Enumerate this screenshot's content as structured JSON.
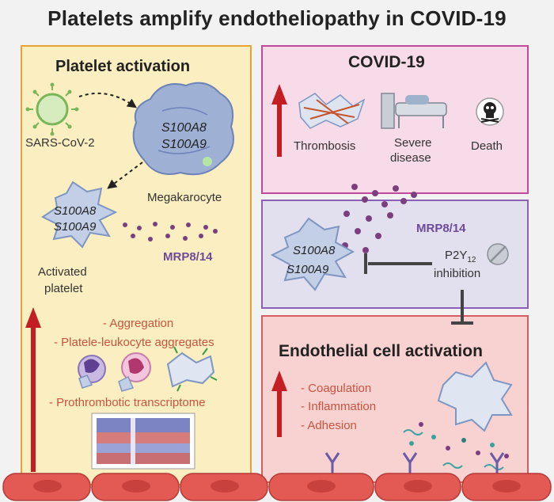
{
  "title": "Platelets amplify endotheliopathy in COVID-19",
  "platelet_panel": {
    "title": "Platelet activation",
    "virus_label": "SARS-CoV-2",
    "mk_gene1": "S100A8",
    "mk_gene2": "S100A9",
    "mk_label": "Megakarocyte",
    "plt_gene1": "S100A8",
    "plt_gene2": "S100A9",
    "mrp_label": "MRP8/14",
    "plt_label1": "Activated",
    "plt_label2": "platelet",
    "effects": [
      "- Aggregation",
      "- Platele-leukocyte aggregates",
      "- Prothrombotic transcriptome"
    ]
  },
  "covid_panel": {
    "title": "COVID-19",
    "outcome1": "Thrombosis",
    "outcome2a": "Severe",
    "outcome2b": "disease",
    "outcome3": "Death"
  },
  "mrp_panel": {
    "mrp_label": "MRP8/14",
    "gene1": "S100A8",
    "gene2": "S100A9",
    "p2y_main": "P2Y",
    "p2y_sub": "12",
    "inhibition": "inhibition"
  },
  "endo_panel": {
    "title": "Endothelial cell activation",
    "effects": [
      "- Coagulation",
      "- Inflammation",
      "- Adhesion"
    ]
  },
  "colors": {
    "platelet_bg": "#fbefc1",
    "platelet_border": "#eba136",
    "covid_bg": "#f8dbe8",
    "covid_border": "#c0499a",
    "mrp_bg": "#e2e0ef",
    "mrp_border": "#8c60b7",
    "endo_bg": "#f8d2d1",
    "endo_border": "#d55f60",
    "arrow_red": "#c41e25",
    "dots": "#7b3f7f"
  }
}
